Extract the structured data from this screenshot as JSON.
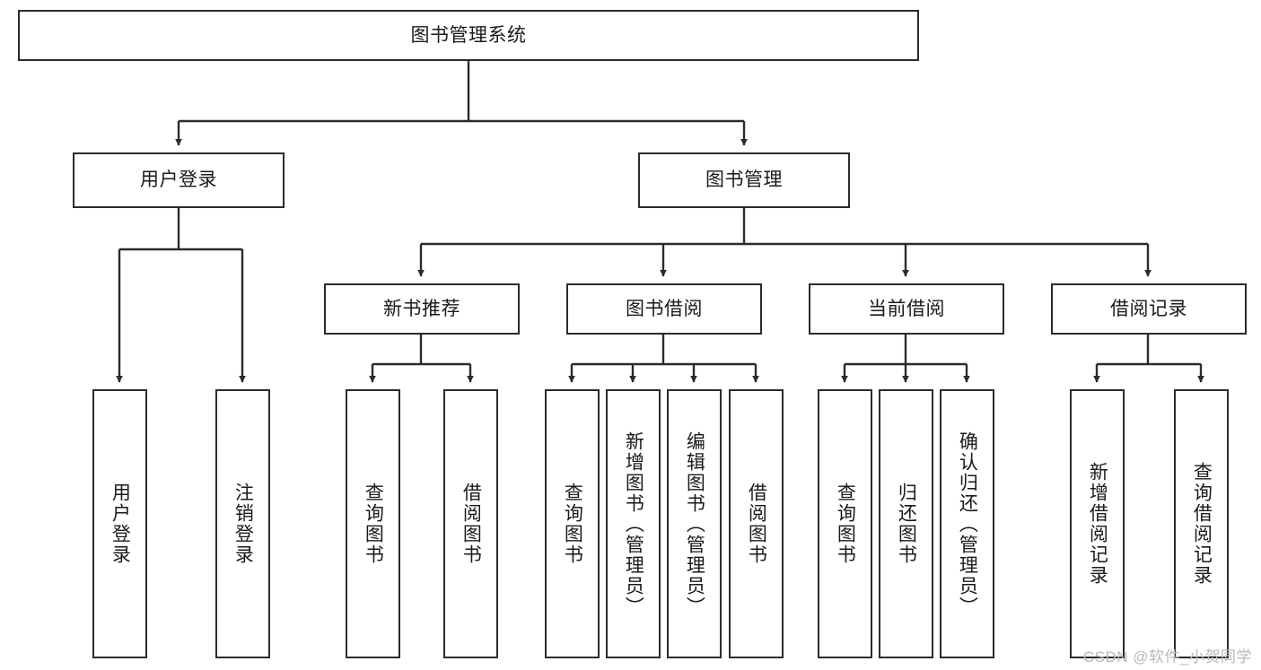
{
  "diagram": {
    "title": "图书管理系统",
    "watermark": "CSDN @软件_小贺同学",
    "stroke_color": "#2b2b2b",
    "fill_color": "#ffffff",
    "text_color": "#1a1a1a",
    "watermark_color": "#b9b9b9",
    "levels": {
      "root": {
        "label": "图书管理系统"
      },
      "level2": [
        {
          "label": "用户登录"
        },
        {
          "label": "图书管理"
        }
      ],
      "level3": [
        {
          "label": "新书推荐"
        },
        {
          "label": "图书借阅"
        },
        {
          "label": "当前借阅"
        },
        {
          "label": "借阅记录"
        }
      ],
      "leaves": [
        {
          "label": "用户登录"
        },
        {
          "label": "注销登录"
        },
        {
          "label": "查询图书"
        },
        {
          "label": "借阅图书"
        },
        {
          "label": "查询图书"
        },
        {
          "label": "新增图书（管理员）"
        },
        {
          "label": "编辑图书（管理员）"
        },
        {
          "label": "借阅图书"
        },
        {
          "label": "查询图书"
        },
        {
          "label": "归还图书"
        },
        {
          "label": "确认归还（管理员）"
        },
        {
          "label": "新增借阅记录"
        },
        {
          "label": "查询借阅记录"
        }
      ]
    }
  }
}
